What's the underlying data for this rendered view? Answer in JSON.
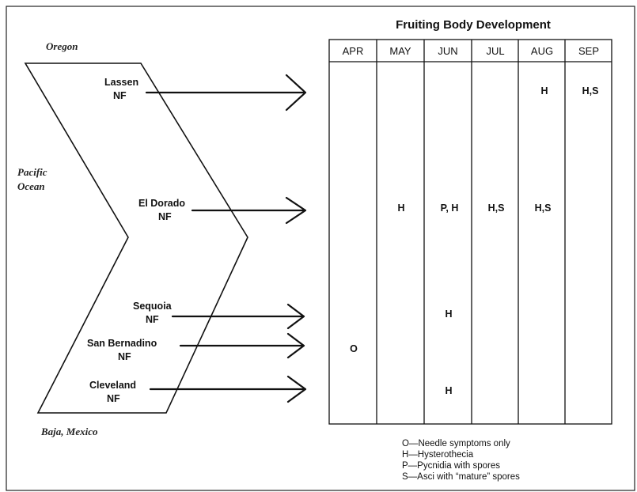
{
  "map": {
    "north_label": "Oregon",
    "west_label_line1": "Pacific",
    "west_label_line2": "Ocean",
    "south_label": "Baja, Mexico",
    "forests": [
      {
        "name": "Lassen",
        "suffix": "NF"
      },
      {
        "name": "El Dorado",
        "suffix": "NF"
      },
      {
        "name": "Sequoia",
        "suffix": "NF"
      },
      {
        "name": "San Bernadino",
        "suffix": "NF"
      },
      {
        "name": "Cleveland",
        "suffix": "NF"
      }
    ]
  },
  "table": {
    "title": "Fruiting Body Development",
    "months": [
      "APR",
      "MAY",
      "JUN",
      "JUL",
      "AUG",
      "SEP"
    ],
    "rows": [
      {
        "forest": "Lassen",
        "APR": "",
        "MAY": "",
        "JUN": "",
        "JUL": "",
        "AUG": "H",
        "SEP": "H,S"
      },
      {
        "forest": "El Dorado",
        "APR": "",
        "MAY": "H",
        "JUN": "P, H",
        "JUL": "H,S",
        "AUG": "H,S",
        "SEP": ""
      },
      {
        "forest": "Sequoia",
        "APR": "",
        "MAY": "",
        "JUN": "H",
        "JUL": "",
        "AUG": "",
        "SEP": ""
      },
      {
        "forest": "San Bernadino",
        "APR": "O",
        "MAY": "",
        "JUN": "",
        "JUL": "",
        "AUG": "",
        "SEP": ""
      },
      {
        "forest": "Cleveland",
        "APR": "",
        "MAY": "",
        "JUN": "H",
        "JUL": "",
        "AUG": "",
        "SEP": ""
      }
    ]
  },
  "legend": [
    "O—Needle symptoms only",
    "H—Hysterothecia",
    "P—Pycnidia with spores",
    "S—Asci with “mature” spores"
  ]
}
